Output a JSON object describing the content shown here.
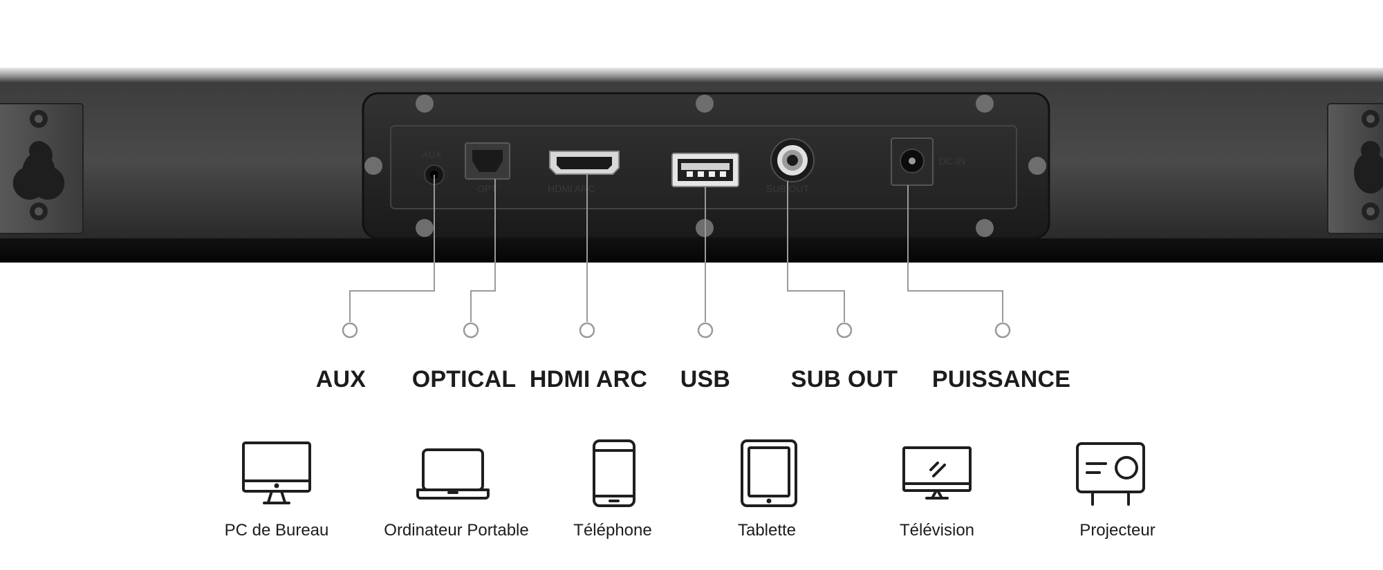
{
  "panel": {
    "aux_text": "AUX",
    "opt_text": "OPT",
    "hdmi_text": "HDMI ARC",
    "sub_text": "SUB OUT",
    "dcin_text": "DC IN"
  },
  "ports": [
    {
      "label": "AUX"
    },
    {
      "label": "OPTICAL"
    },
    {
      "label": "HDMI ARC"
    },
    {
      "label": "USB"
    },
    {
      "label": "SUB OUT"
    },
    {
      "label": "PUISSANCE"
    }
  ],
  "devices": [
    {
      "label": "PC de Bureau",
      "icon": "desktop-pc-icon"
    },
    {
      "label": "Ordinateur Portable",
      "icon": "laptop-icon"
    },
    {
      "label": "Téléphone",
      "icon": "smartphone-icon"
    },
    {
      "label": "Tablette",
      "icon": "tablet-icon"
    },
    {
      "label": "Télévision",
      "icon": "television-icon"
    },
    {
      "label": "Projecteur",
      "icon": "projector-icon"
    }
  ],
  "colors": {
    "bar_body": "#2b2b2b",
    "panel": "#1f1f1f",
    "leader_line": "#9a9a9a",
    "text": "#1c1c1c"
  }
}
